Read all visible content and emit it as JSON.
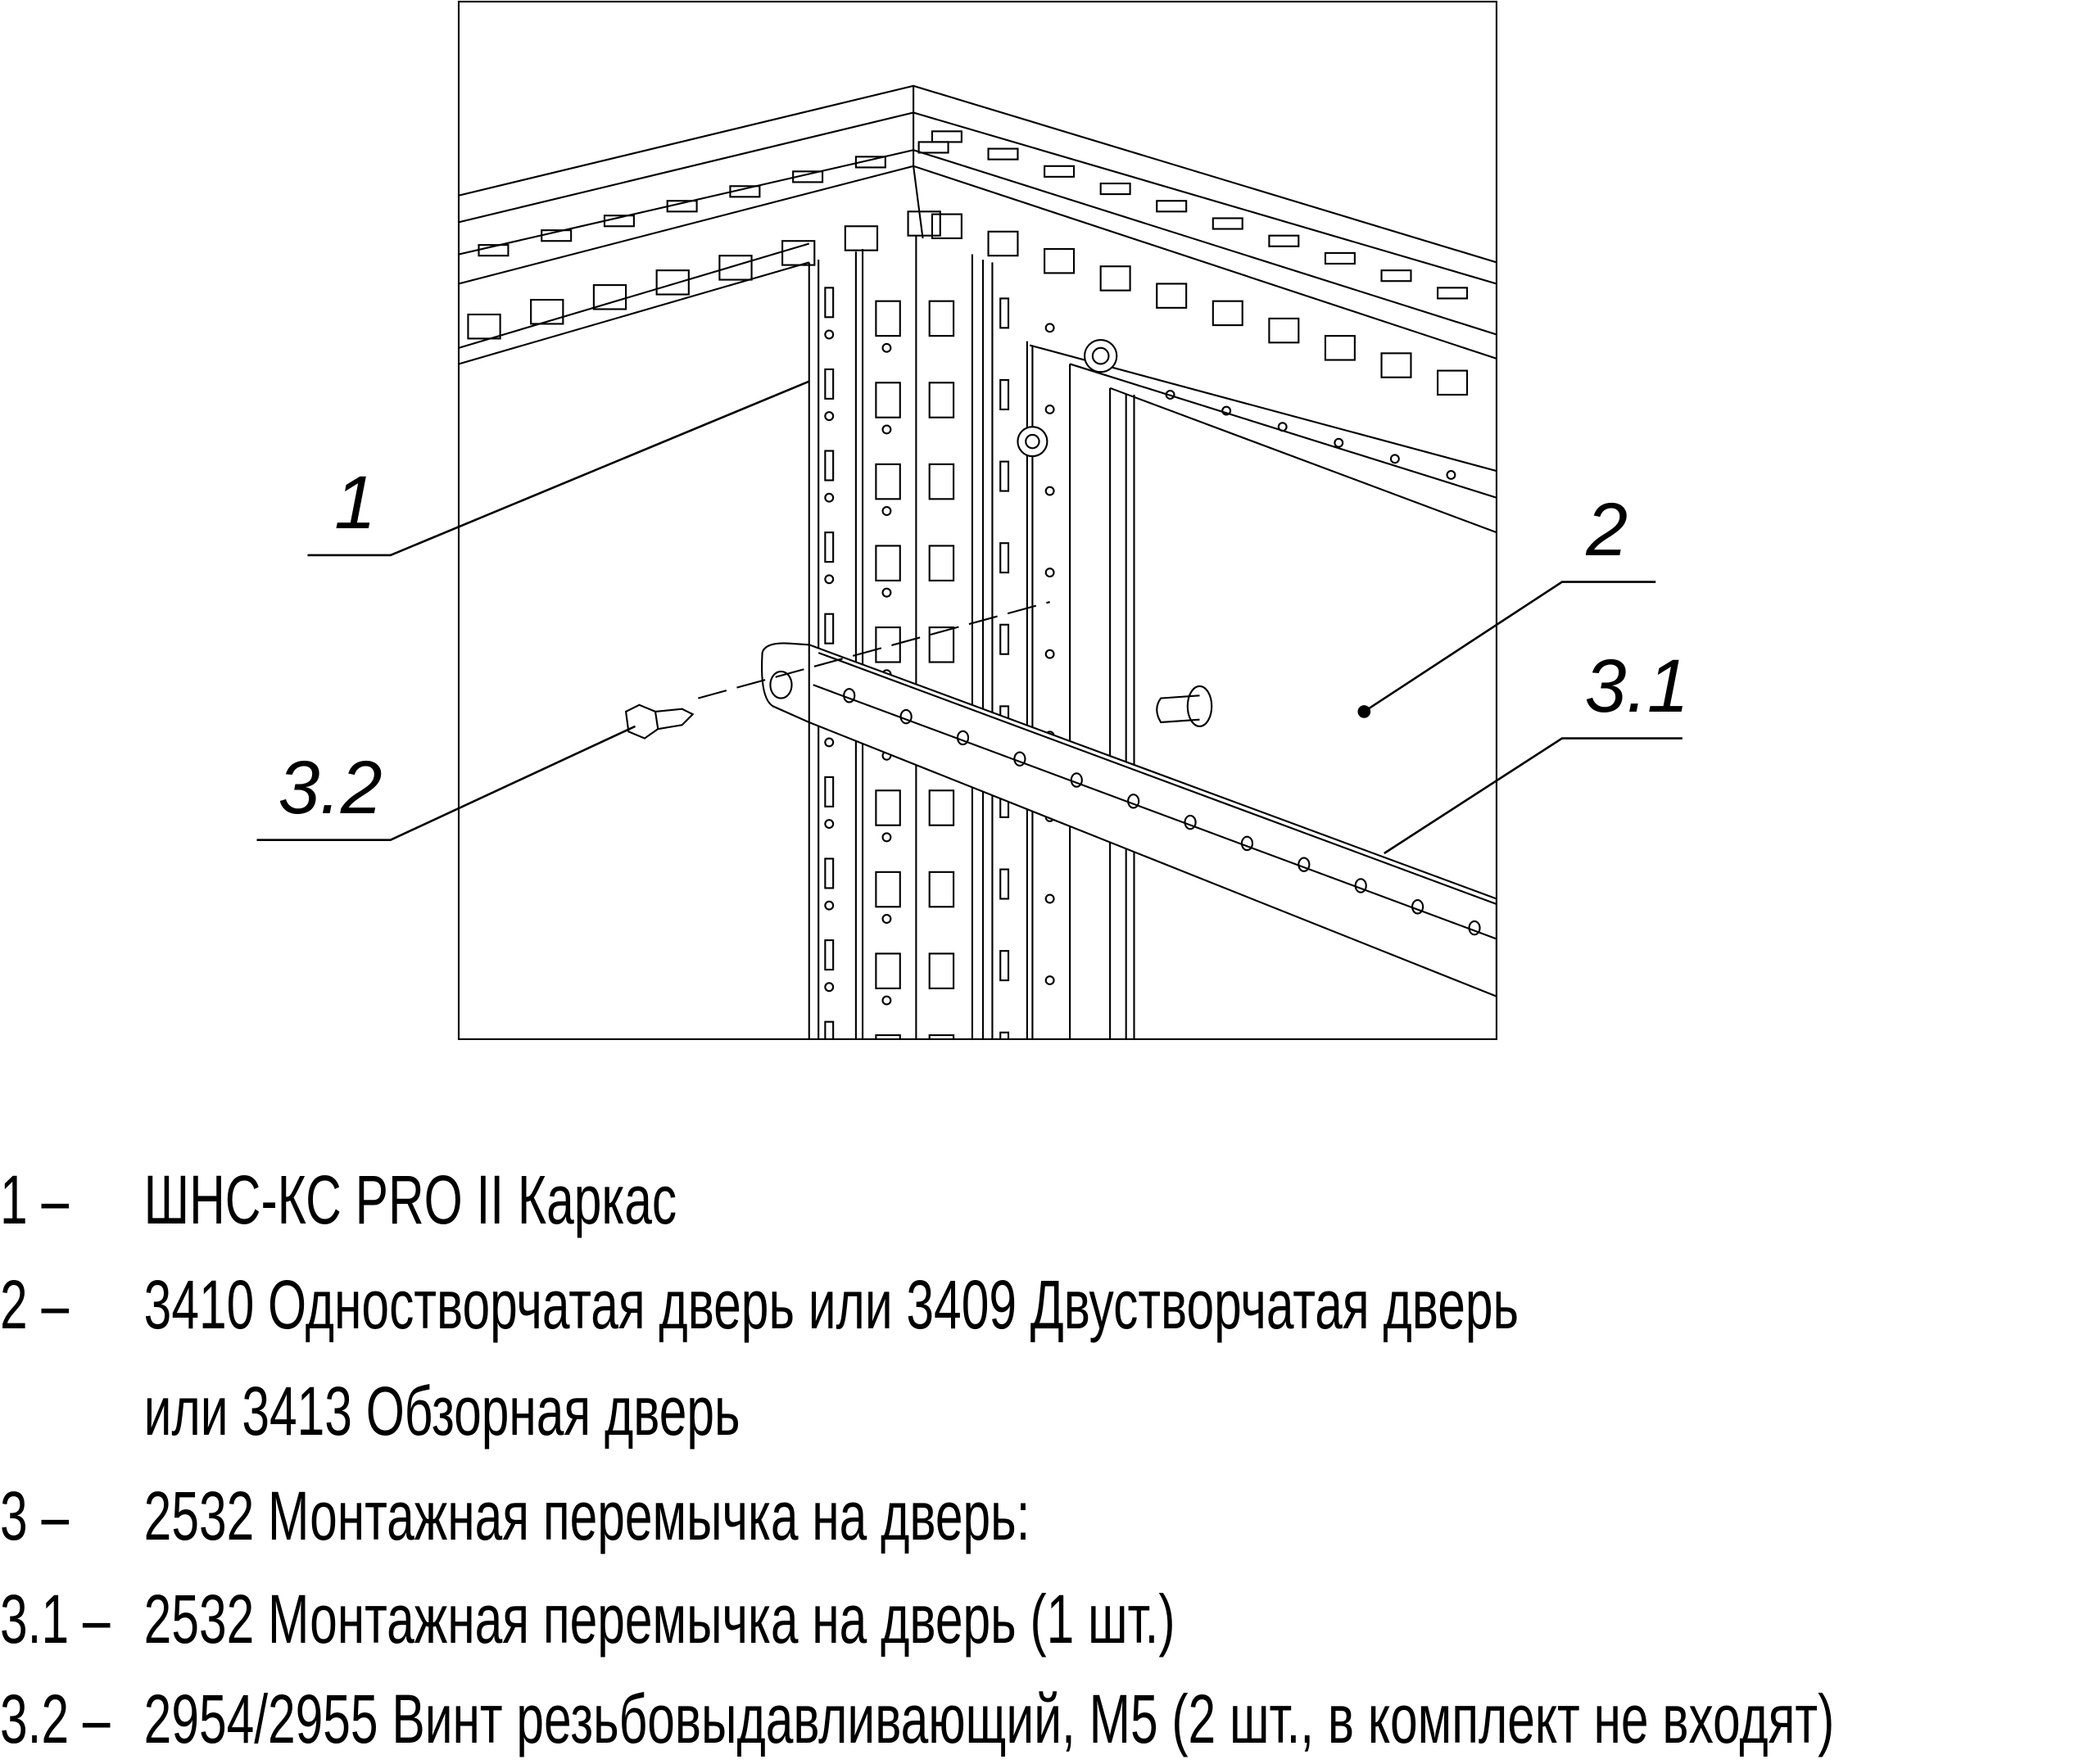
{
  "callouts": {
    "c1": "1",
    "c2": "2",
    "c31": "3.1",
    "c32": "3.2"
  },
  "legend": [
    {
      "num": "1 –",
      "text": "ШНС-КС PRO II Каркас"
    },
    {
      "num": "2 –",
      "text": "3410 Одностворчатая дверь или 3409 Двустворчатая дверь"
    },
    {
      "num": "",
      "text": "или 3413 Обзорная дверь"
    },
    {
      "num": "3 –",
      "text": "2532 Монтажная перемычка на дверь:"
    },
    {
      "num": "3.1 –",
      "text": "2532 Монтажная перемычка на дверь (1 шт.)"
    },
    {
      "num": "3.2 –",
      "text": "2954/2955 Винт резьбовыдавливающий, М5 (2 шт., в комплект не входят)"
    }
  ]
}
